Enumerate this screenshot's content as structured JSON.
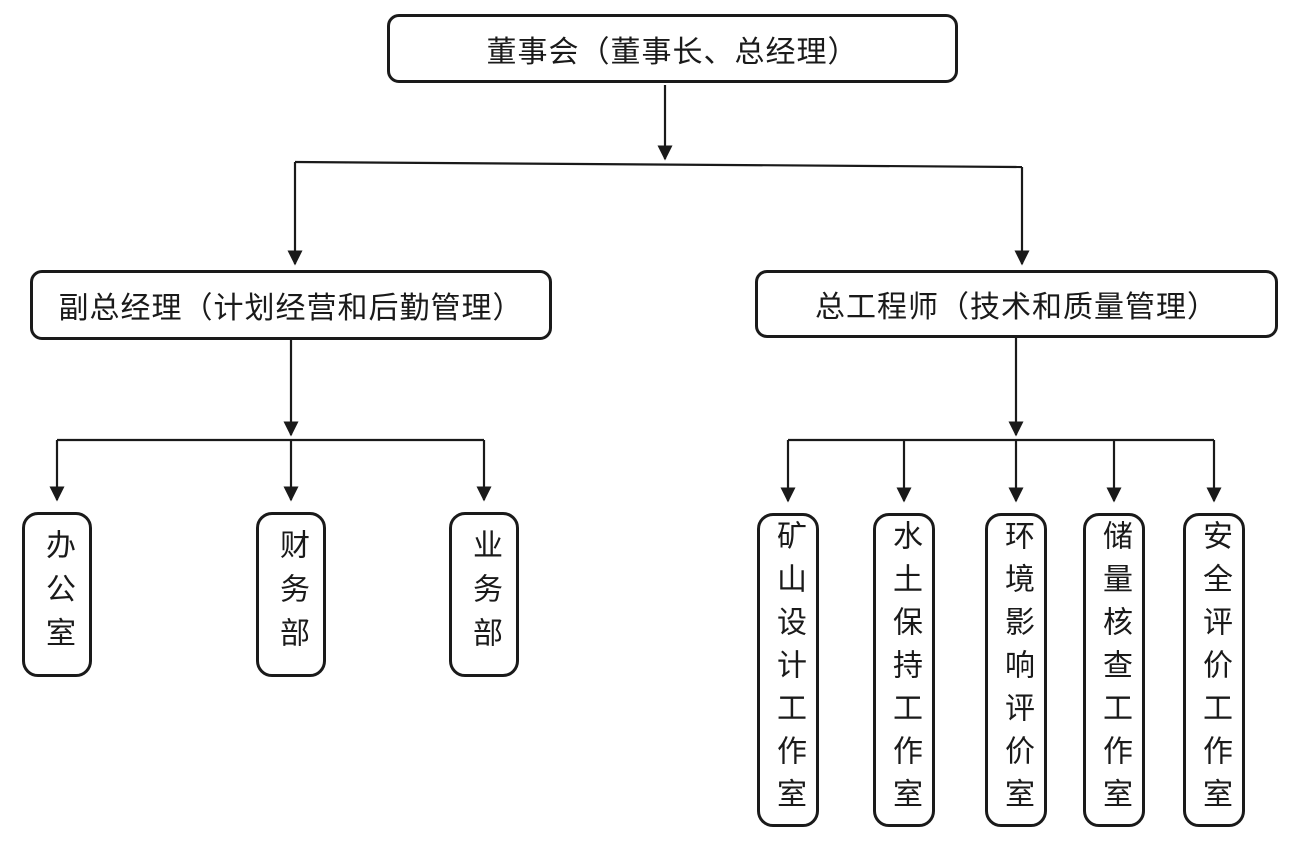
{
  "org_chart": {
    "root": {
      "label": "董事会（董事长、总经理）"
    },
    "branches": [
      {
        "label": "副总经理（计划经营和后勤管理）",
        "children": [
          "办公室",
          "财务部",
          "业务部"
        ]
      },
      {
        "label": "总工程师（技术和质量管理）",
        "children": [
          "矿山设计工作室",
          "水土保持工作室",
          "环境影响评价室",
          "储量核查工作室",
          "安全评价工作室"
        ]
      }
    ],
    "colors": {
      "line": "#1a1a1a",
      "box_border": "#1a1a1a",
      "text": "#1a1a1a",
      "background": "#ffffff"
    }
  }
}
